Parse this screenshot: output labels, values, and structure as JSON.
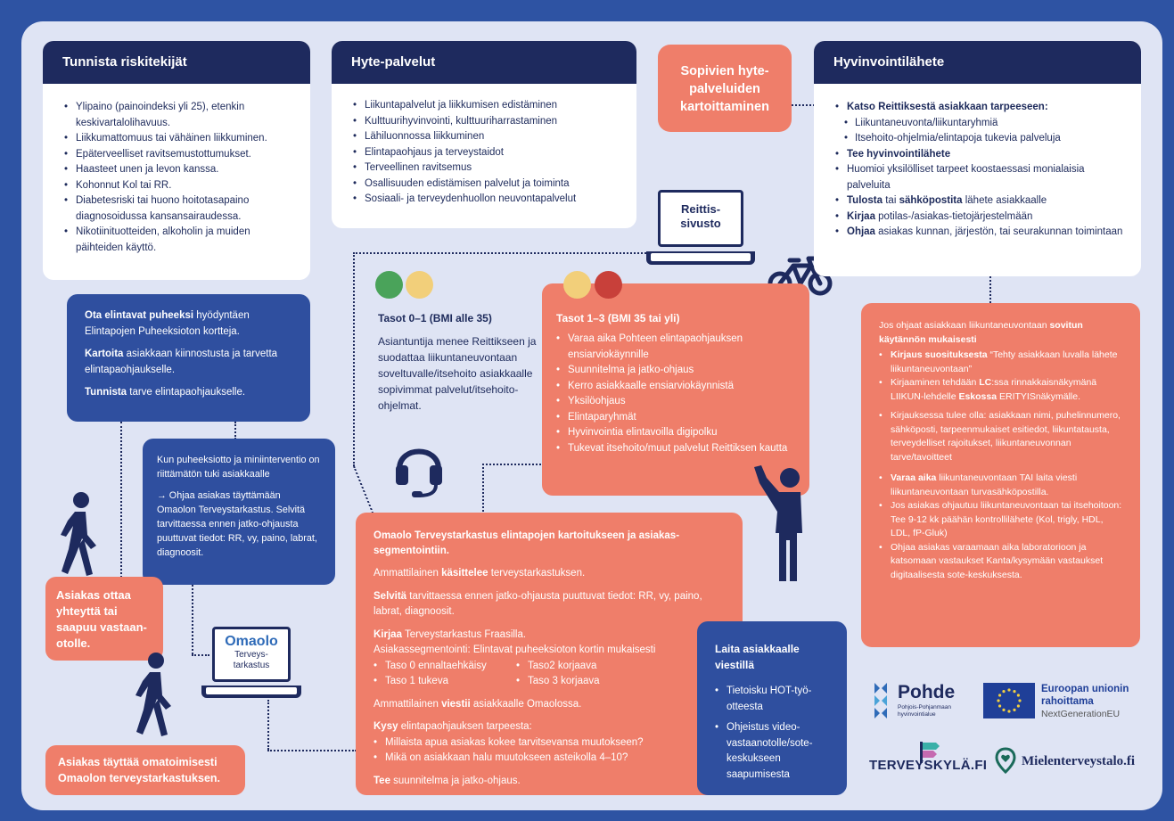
{
  "colors": {
    "navy": "#1e2a5e",
    "blue": "#2f4f9f",
    "salmon": "#ef7e6a",
    "background": "#2e53a3",
    "panel": "#dfe4f4",
    "green": "#4aa35a",
    "yellow": "#f2cf7a",
    "red": "#c8403a"
  },
  "risk": {
    "title": "Tunnista riskitekijät",
    "items": [
      "Ylipaino (painoindeksi yli 25), etenkin keskivartalolihavuus.",
      "Liikkumattomuus tai vähäinen liikkuminen.",
      "Epäterveelliset ravitsemustottumukset.",
      "Haasteet unen ja levon kanssa.",
      "Kohonnut Kol tai RR.",
      "Diabetesriski tai huono hoitotasapaino diagnosoidussa kansansairaudessa.",
      "Nikotiinituotteiden, alkoholin ja muiden päihteiden käyttö."
    ]
  },
  "hyte": {
    "title": "Hyte-palvelut",
    "items": [
      "Liikuntapalvelut ja liikkumisen edistäminen",
      "Kulttuurihyvinvointi, kulttuuriharrastaminen",
      "Lähiluonnossa liikkuminen",
      "Elintapaohjaus ja terveystaidot",
      "Terveellinen ravitsemus",
      "Osallisuuden edistämisen palvelut ja toiminta",
      "Sosiaali- ja terveydenhuollon neuvontapalvelut"
    ]
  },
  "sopivien": {
    "line1": "Sopivien hyte-",
    "line2": "palveluiden",
    "line3": "kartoittaminen"
  },
  "reittis": {
    "line1": "Reittis-",
    "line2": "sivusto"
  },
  "hyvinvointi": {
    "title": "Hyvinvointilähete",
    "katso_bold": "Katso Reittiksestä asiakkaan tarpeeseen:",
    "sub1": "Liikuntaneuvonta/liikuntaryhmiä",
    "sub2": "Itsehoito-ohjelmia/elintapoja tukevia palveluja",
    "tee": "Tee hyvinvointilähete",
    "huomioi": "Huomioi yksilölliset tarpeet koostaessasi moni­alaisia palveluita",
    "tulosta_bold": "Tulosta",
    "tulosta_mid": " tai ",
    "sahko_bold": "sähköpostita",
    "tulosta_rest": " lähete asiakkaalle",
    "kirjaa_bold": "Kirjaa",
    "kirjaa_rest": " potilas-/asiakas-tietojärjestelmään",
    "ohjaa_bold": "Ohjaa",
    "ohjaa_rest": " asiakas kunnan, järjestön, tai seurakunnan toimintaan"
  },
  "puheeksi": {
    "p1_bold": "Ota elintavat puheeksi",
    "p1_rest": " hyödyntäen Elintapojen Puheeksioton kortteja.",
    "p2_bold": "Kartoita",
    "p2_rest": " asiakkaan kiinnostusta ja tarvetta elintapaohjaukselle.",
    "p3_bold": "Tunnista",
    "p3_rest": " tarve elintapaohjaukselle."
  },
  "mini": {
    "p1": "Kun puheeksiotto ja mini­interventio on riittämätön tuki asiakkaalle",
    "p2": "→ Ohjaa asiakas täyttämään Omaolon Terveystarkastus. Selvitä tarvittaessa ennen jatko-oh­jausta puuttuvat tiedot: RR, vy, paino, labrat, diagnoosit."
  },
  "asiakas1": "Asiakas ottaa yhteyttä tai saapuu vastaan­otolle.",
  "asiakas2": "Asiakas täyttää omatoimisesti Omaolon terveystarkastuksen.",
  "omaolo": {
    "logo": "Omaolo",
    "line1": "Terveys-",
    "line2": "tarkastus"
  },
  "tasot01": {
    "title": "Tasot 0–1 (BMI alle 35)",
    "text": "Asiantuntija menee Reittikseen ja suodattaa liikuntaneuvontaan soveltuvalle/itsehoito asiakkaalle sopivimmat palvelut/itsehoito-ohjelmat."
  },
  "tasot13": {
    "title": "Tasot 1–3 (BMI 35 tai yli)",
    "items": [
      "Varaa aika Pohteen elintapaohjauksen ensiarviokäynnille",
      "Suunnitelma ja jatko-ohjaus",
      "Kerro asiakkaalle ensiarviokäynnistä",
      "Yksilöohjaus",
      "Elintaparyhmät",
      "Hyvinvointia elintavoilla digipolku",
      "Tukevat itsehoito/muut palvelut Reittiksen kautta"
    ]
  },
  "omaolo_box": {
    "title": "Omaolo Terveystarkastus elintapojen kartoitukseen ja asiakas­segmentointiin.",
    "kasittelee_pre": "Ammattilainen ",
    "kasittelee_bold": "käsittelee",
    "kasittelee_rest": " terveystarkastuksen.",
    "selvita_bold": "Selvitä",
    "selvita_rest": " tarvittaessa ennen jatko-ohjausta puuttuvat tiedot: RR, vy, paino, labrat, diagnoosit.",
    "kirjaa_bold": "Kirjaa",
    "kirjaa_rest": " Terveystarkastus Fraasilla.",
    "segment": "Asiakassegmentointi: Elintavat puheeksioton kortin mukaisesti",
    "taso0": "Taso 0 ennaltaehkäisy",
    "taso1": "Taso 1 tukeva",
    "taso2": "Taso2 korjaava",
    "taso3": "Taso 3 korjaava",
    "viestii_pre": "Ammattilainen ",
    "viestii_bold": "viestii",
    "viestii_rest": " asiakkaalle Omaolossa.",
    "kysy_bold": "Kysy",
    "kysy_rest": " elintapaohjauksen tarpeesta:",
    "q1": "Millaista apua asiakas kokee tarvitsevansa muutokseen?",
    "q2": "Mikä on asiakkaan halu muutokseen asteikolla 4–10?",
    "tee_bold": "Tee",
    "tee_rest": " suunnitelma ja jatko-ohjaus."
  },
  "laita": {
    "title": "Laita asiakkaalle viestillä",
    "i1": "Tietoisku HOT-työ­otteesta",
    "i2": "Ohjeistus video­vastaanotolle/sote­keskukseen saapumisesta"
  },
  "liikunta": {
    "intro_pre": "Jos ohjaat asiakkaan liikuntaneuvontaan ",
    "intro_bold": "sovitun käytännön mukaisesti",
    "kirjaus_bold": "Kirjaus suosituksesta",
    "kirjaus_rest": " “Tehty asiakkaan luvalla lähete liikuntaneuvontaan”",
    "lc_pre": "Kirjaaminen tehdään ",
    "lc_bold": "LC",
    "lc_mid": ":ssa rinnakkais­näkymänä LIIKUN-lehdelle ",
    "eskossa_bold": "Eskossa",
    "lc_rest": " ERITYIS­näkymälle.",
    "kirjauksessa": "Kirjauksessa tulee olla: asiakkaan nimi, puhelinnumero, sähköposti, tarpeen­mukaiset esitiedot, liikuntatausta, tervey­delliset rajoitukset, liikuntaneuvonnan tarve/tavoitteet",
    "varaa_bold": "Varaa aika",
    "varaa_rest": " liikuntaneuvontaan TAI laita viesti liikuntaneuvontaan turvasähköpostilla.",
    "itsehoito": "Jos asiakas ohjautuu liikuntaneuvontaan tai itsehoitoon: Tee 9-12 kk päähän kontrollilähete (Kol, trigly, HDL, LDL, fP-Gluk)",
    "lab": "Ohjaa asiakas varaamaan aika laboratorioon ja katsomaan vastaukset Kanta/kysymään vastaukset digitaalisesta sote-keskuksesta."
  },
  "logos": {
    "pohde": "Pohde",
    "pohde_sub1": "Pohjois-Pohjanmaan",
    "pohde_sub2": "hyvinvointialue",
    "eu_line1": "Euroopan unionin",
    "eu_line2": "rahoittama",
    "eu_line3": "NextGenerationEU",
    "terveyskyla": "TERVEYSKYLÄ.FI",
    "mielenterveys": "Mielenterveystalo.fi"
  }
}
